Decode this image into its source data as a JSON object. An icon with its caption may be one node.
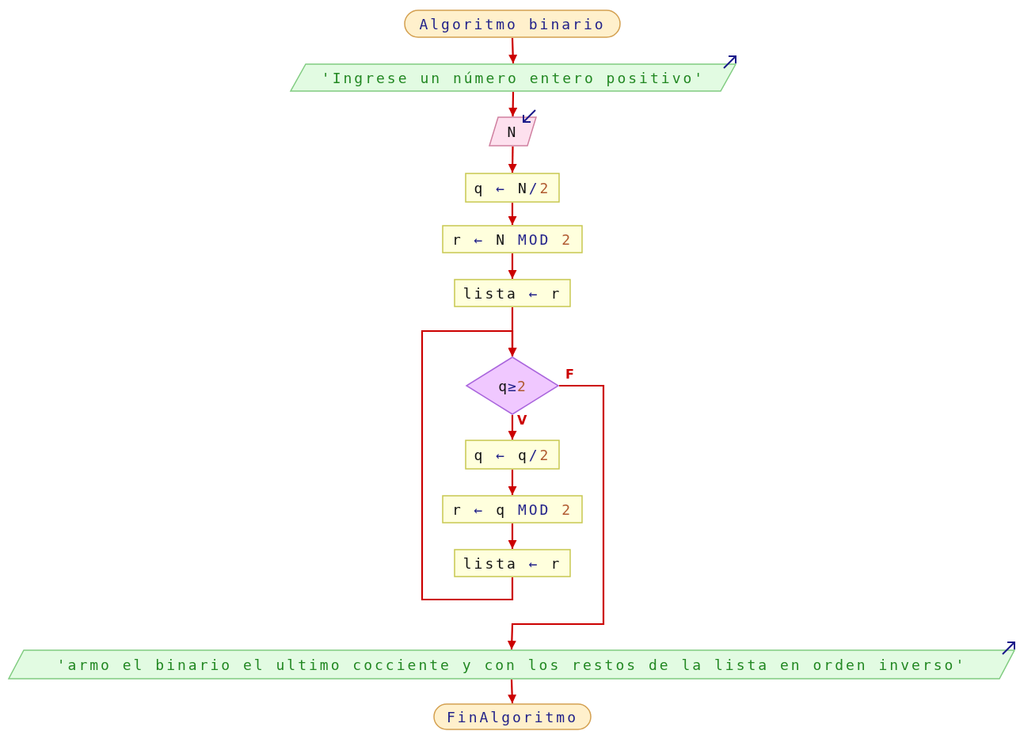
{
  "diagram": {
    "nodes": [
      {
        "text": [
          "Algoritmo binario"
        ]
      },
      {
        "text": [
          "'Ingrese un número entero positivo'"
        ]
      },
      {
        "text": [
          "N"
        ]
      },
      {
        "text": [
          "q ← N/2"
        ]
      },
      {
        "text": [
          "r ← N MOD 2"
        ]
      },
      {
        "text": [
          "lista ← r"
        ]
      },
      {
        "text": [
          "q≥2"
        ]
      },
      {
        "text": [
          "q ← q/2"
        ]
      },
      {
        "text": [
          "r ← q MOD 2"
        ]
      },
      {
        "text": [
          "lista ← r"
        ]
      },
      {
        "text": [
          "'armo el binario el ultimo cocciente y con los restos de la lista en orden inverso'"
        ]
      },
      {
        "text": [
          "FinAlgoritmo"
        ]
      }
    ],
    "edges": [
      {
        "from": 0,
        "to": 1,
        "arrow": "to"
      },
      {
        "from": 1,
        "to": 2,
        "arrow": "to"
      },
      {
        "from": 2,
        "to": 3,
        "arrow": "to"
      },
      {
        "from": 3,
        "to": 4,
        "arrow": "to"
      },
      {
        "from": 4,
        "to": 5,
        "arrow": "to"
      },
      {
        "from": 5,
        "to": 6,
        "arrow": "to"
      },
      {
        "from": 6,
        "to": 7,
        "arrow": "to",
        "label": "V"
      },
      {
        "from": 7,
        "to": 8,
        "arrow": "to"
      },
      {
        "from": 8,
        "to": 9,
        "arrow": "to"
      },
      {
        "from": 9,
        "to": 6,
        "arrow": "to"
      },
      {
        "from": 6,
        "to": 10,
        "arrow": "to",
        "label": "F"
      },
      {
        "from": 10,
        "to": 11,
        "arrow": "to"
      }
    ]
  }
}
